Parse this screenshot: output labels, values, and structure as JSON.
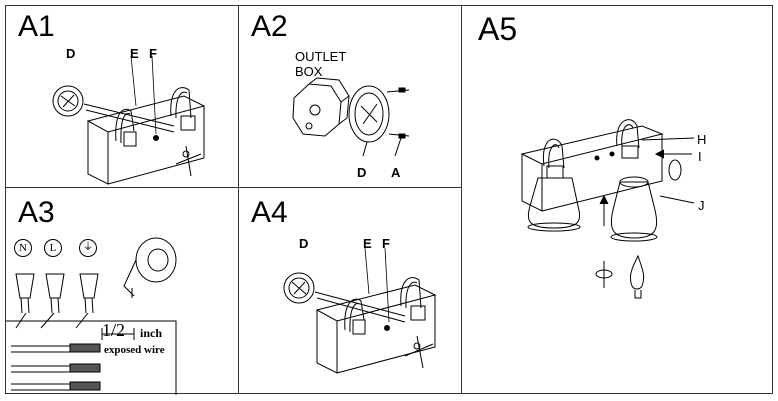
{
  "panels": {
    "a1": {
      "title": "A1",
      "labels": {
        "d": "D",
        "e": "E",
        "f": "F"
      }
    },
    "a2": {
      "title": "A2",
      "outlet_line1": "OUTLET",
      "outlet_line2": "BOX",
      "labels": {
        "d": "D",
        "a": "A"
      }
    },
    "a3": {
      "title": "A3",
      "symbols": [
        "N",
        "L",
        "⏚"
      ],
      "measure": "1/2",
      "unit": "inch",
      "caption": "exposed wire"
    },
    "a4": {
      "title": "A4",
      "labels": {
        "d": "D",
        "e": "E",
        "f": "F"
      }
    },
    "a5": {
      "title": "A5",
      "labels": {
        "h": "H",
        "i": "I",
        "j": "J"
      }
    }
  }
}
